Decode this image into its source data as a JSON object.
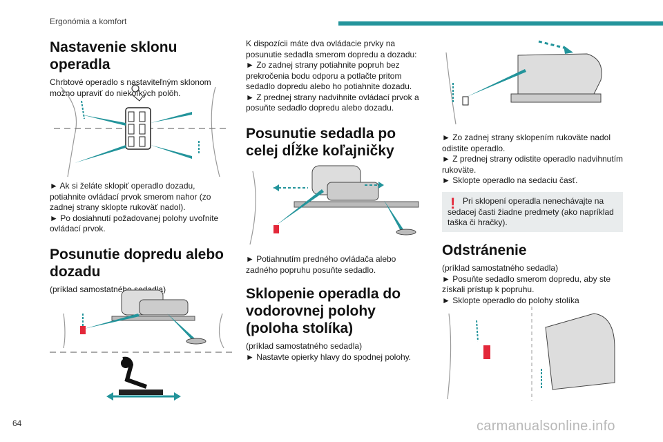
{
  "header": {
    "section": "Ergonómia a komfort",
    "accent_color": "#23949b"
  },
  "col1": {
    "heading1": "Nastavenie sklonu operadla",
    "para1": "Chrbtové operadlo s nastaviteľným sklonom možno upraviť do niekoľkých polôh.",
    "para2": "► Ak si želáte sklopiť operadlo dozadu, potiahnite ovládací prvok smerom nahor (zo zadnej strany sklopte rukoväť nadol).",
    "para3": "► Po dosiahnutí požadovanej polohy uvoľnite ovládací prvok.",
    "heading2": "Posunutie dopredu alebo dozadu",
    "para4": "(príklad samostatného sedadla)"
  },
  "col2": {
    "para1": "K dispozícii máte dva ovládacie prvky na posunutie sedadla smerom dopredu a dozadu:",
    "para2": "► Zo zadnej strany potiahnite popruh bez prekročenia bodu odporu a potlačte pritom sedadlo dopredu alebo ho potiahnite dozadu.",
    "para3": "► Z prednej strany nadvihnite ovládací prvok a posuňte sedadlo dopredu alebo dozadu.",
    "heading1": "Posunutie sedadla po celej dĺžke koľajničky",
    "para4": "► Potiahnutím predného ovládača alebo zadného popruhu posuňte sedadlo.",
    "heading2": "Sklopenie operadla do vodorovnej polohy (poloha stolíka)",
    "para5": "(príklad samostatného sedadla)",
    "para6": "► Nastavte opierky hlavy do spodnej polohy."
  },
  "col3": {
    "para1": "► Zo zadnej strany sklopením rukoväte nadol odistite operadlo.",
    "para2": "► Z prednej strany odistite operadlo nadvihnutím rukoväte.",
    "para3": "► Sklopte operadlo na sedaciu časť.",
    "warning": "Pri sklopení operadla nenechávajte na sedacej časti žiadne predmety (ako napríklad taška či hračky).",
    "heading1": "Odstránenie",
    "para4": "(príklad samostatného sedadla)",
    "para5": "► Posuňte sedadlo smerom dopredu, aby ste získali prístup k popruhu.",
    "para6": "► Sklopte operadlo do polohy stolíka"
  },
  "footer": {
    "page_number": "64",
    "watermark": "carmanualsonline.info"
  }
}
